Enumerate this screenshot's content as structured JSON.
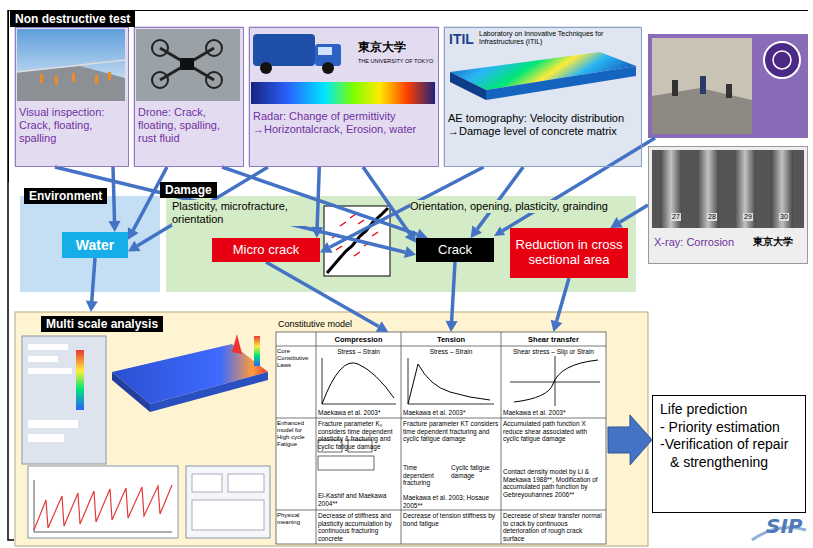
{
  "diagram": {
    "nodes": [
      {
        "text": [
          "Non destructive test"
        ]
      },
      {
        "text": [
          "Visual inspection: Crack, floating, spalling"
        ],
        "in": 0
      },
      {
        "text": [
          "Drone: Crack, floating, spalling, rust fluid"
        ],
        "in": 0
      },
      {
        "text": [
          "Radar: Change of permittivity →Horizontalcrack, Erosion, water"
        ],
        "in": 0
      },
      {
        "text": [
          "Laboratory on Innovative Techniques for Infrastructures (ITIL)",
          "AE tomography: Velocity distribution →Damage level of concrete matrix"
        ],
        "in": 0
      },
      {
        "text": [
          "X-ray: Corrosion"
        ]
      },
      {
        "text": [
          "Environment"
        ]
      },
      {
        "text": [
          "Water"
        ],
        "in": 6
      },
      {
        "text": [
          "Damage",
          "Plasticity, microfracture, orientation",
          "Orientation, opening, plasticity, grainding"
        ]
      },
      {
        "text": [
          "Micro crack"
        ],
        "in": 8
      },
      {
        "text": [
          "Crack"
        ],
        "in": 8
      },
      {
        "text": [
          "Reduction in cross sectional area"
        ],
        "in": 8
      },
      {
        "text": [
          "Multi scale analysis"
        ]
      },
      {
        "text": [
          "Constitutive model"
        ],
        "in": 12
      },
      {
        "text": [
          "Compression"
        ],
        "in": 13
      },
      {
        "text": [
          "Tension"
        ],
        "in": 13
      },
      {
        "text": [
          "Shear transfer"
        ],
        "in": 13
      },
      {
        "text": [
          "Life prediction",
          "- Priority estimation",
          "-Verification of repair & strengthening"
        ]
      }
    ],
    "edges": [
      {
        "from": 1,
        "to": 7,
        "arrow": "to"
      },
      {
        "from": 1,
        "to": 10,
        "arrow": "to"
      },
      {
        "from": 2,
        "to": 7,
        "arrow": "to"
      },
      {
        "from": 2,
        "to": 10,
        "arrow": "to"
      },
      {
        "from": 3,
        "to": 7,
        "arrow": "to"
      },
      {
        "from": 3,
        "to": 9,
        "arrow": "to"
      },
      {
        "from": 3,
        "to": 10,
        "arrow": "to"
      },
      {
        "from": 4,
        "to": 9,
        "arrow": "to"
      },
      {
        "from": 4,
        "to": 10,
        "arrow": "to"
      },
      {
        "from": 5,
        "to": 11,
        "arrow": "to"
      },
      {
        "from": 7,
        "to": 12,
        "arrow": "to"
      },
      {
        "from": 9,
        "to": 14,
        "arrow": "to"
      },
      {
        "from": 10,
        "to": 15,
        "arrow": "to"
      },
      {
        "from": 11,
        "to": 16,
        "arrow": "to"
      },
      {
        "from": 13,
        "to": 17,
        "arrow": "to"
      }
    ],
    "labels": [
      "東京大学",
      "THE UNIVERSITY OF TOKYO",
      "ITIL",
      "27",
      "28",
      "29",
      "30",
      "東京大学",
      "Core Constitutive Laws",
      "Stress – Strain",
      "Stress – Strain",
      "Shear stress – Slip or Strain",
      "Maekawa et al. 2003*",
      "Maekawa et al. 2003*",
      "Maekawa et al. 2003*",
      "Enhanced model for High cycle Fatigue",
      "Fracture parameter K₀ considers time dependent plasticity & fracturing and cyclic fatigue damage",
      "El-Kashif and Maekawa 2004**",
      "Fracture parameter KT considers time dependent fracturing and cyclic fatigue damage",
      "Time dependent fracturing",
      "Cyclic fatigue damage",
      "Maekawa et al. 2003; Hosaue 2005**",
      "Accumulated path function X reduce shear associated with cyclic fatigue damage",
      "Contact density model by Li & Maekawa 1988**, Modification of accumulated path function by Gebreyouhannes 2006**",
      "Physical meaning",
      "Decrease of stiffness and plasticity accumulation by continuous fracturing concrete",
      "Decrease of tension stiffness by bond fatigue",
      "Decrease of shear transfer normal to crack by continuous deterioration of rough crack surface",
      "SIP"
    ]
  }
}
